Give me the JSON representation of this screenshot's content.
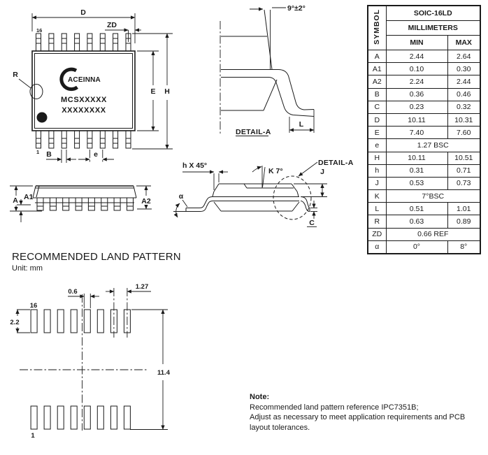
{
  "drawing": {
    "top_view": {
      "pin16": "16",
      "pin1": "1",
      "dim_d": "D",
      "dim_zd": "ZD",
      "dim_r": "R",
      "dim_e": "E",
      "dim_h": "H",
      "dim_b": "B",
      "dim_pitch": "e",
      "logo": "ACEINNA",
      "marking1": "MCSXXXXX",
      "marking2": "XXXXXXXX"
    },
    "side_view": {
      "dim_a": "A",
      "dim_a1": "A1",
      "dim_a2": "A2"
    },
    "detail_a": {
      "angle": "9°±2°",
      "dim_l": "L",
      "caption": "DETAIL-A"
    },
    "profile": {
      "chamfer": "h X 45°",
      "k_angle": "K 7°",
      "callout": "DETAIL-A",
      "dim_j": "J",
      "dim_c": "C",
      "alpha": "α"
    }
  },
  "table": {
    "symbol_header": "SYMBOL",
    "title": "SOIC-16LD",
    "units": "MILLIMETERS",
    "min_header": "MIN",
    "max_header": "MAX",
    "rows": [
      {
        "symbol": "A",
        "min": "2.44",
        "max": "2.64"
      },
      {
        "symbol": "A1",
        "min": "0.10",
        "max": "0.30"
      },
      {
        "symbol": "A2",
        "min": "2.24",
        "max": "2.44"
      },
      {
        "symbol": "B",
        "min": "0.36",
        "max": "0.46"
      },
      {
        "symbol": "C",
        "min": "0.23",
        "max": "0.32"
      },
      {
        "symbol": "D",
        "min": "10.11",
        "max": "10.31"
      },
      {
        "symbol": "E",
        "min": "7.40",
        "max": "7.60"
      },
      {
        "symbol": "e",
        "span": "1.27 BSC"
      },
      {
        "symbol": "H",
        "min": "10.11",
        "max": "10.51"
      },
      {
        "symbol": "h",
        "min": "0.31",
        "max": "0.71"
      },
      {
        "symbol": "J",
        "min": "0.53",
        "max": "0.73"
      },
      {
        "symbol": "K",
        "span": "7°BSC"
      },
      {
        "symbol": "L",
        "min": "0.51",
        "max": "1.01"
      },
      {
        "symbol": "R",
        "min": "0.63",
        "max": "0.89"
      },
      {
        "symbol": "ZD",
        "span": "0.66 REF"
      },
      {
        "symbol": "α",
        "min": "0°",
        "max": "8°"
      }
    ]
  },
  "land_pattern": {
    "title": "RECOMMENDED LAND PATTERN",
    "unit": "Unit: mm",
    "pin16": "16",
    "pin1": "1",
    "pad_width": "0.6",
    "pitch": "1.27",
    "pad_height": "2.2",
    "span": "11.4"
  },
  "note": {
    "title": "Note:",
    "line1": "Recommended land pattern reference IPC7351B;",
    "line2": "Adjust as necessary to meet application requirements and PCB",
    "line3": "layout tolerances."
  },
  "colors": {
    "line": "#1a1a1a",
    "background": "#ffffff"
  }
}
